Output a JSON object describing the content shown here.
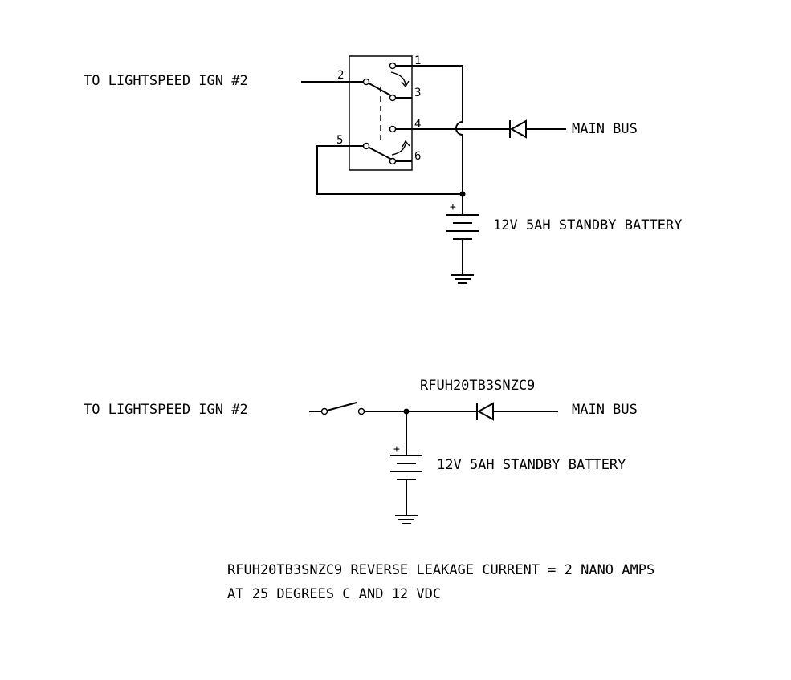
{
  "top_circuit": {
    "left_label": "TO LIGHTSPEED IGN #2",
    "main_bus_label": "MAIN BUS",
    "battery_label": "12V 5AH STANDBY BATTERY",
    "battery_plus": "+",
    "pins": [
      "1",
      "2",
      "3",
      "4",
      "5",
      "6"
    ]
  },
  "bottom_circuit": {
    "left_label": "TO LIGHTSPEED IGN #2",
    "diode_label": "RFUH20TB3SNZC9",
    "main_bus_label": "MAIN BUS",
    "battery_label": "12V 5AH STANDBY BATTERY",
    "battery_plus": "+"
  },
  "notes": {
    "line1": "RFUH20TB3SNZC9 REVERSE LEAKAGE CURRENT = 2 NANO AMPS",
    "line2": "AT 25 DEGREES C AND 12 VDC"
  }
}
